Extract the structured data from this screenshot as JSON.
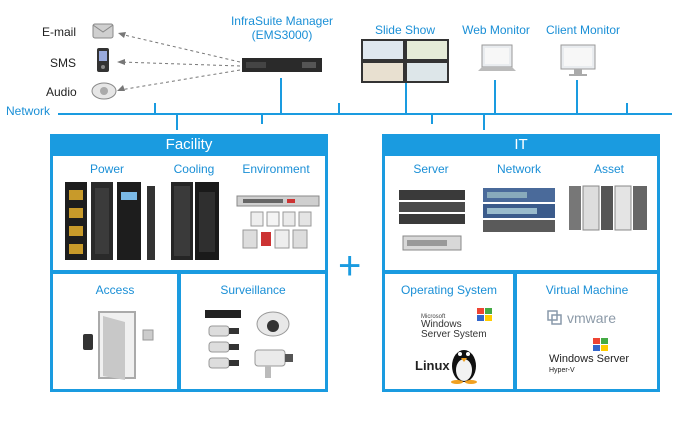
{
  "notifications": {
    "email": "E-mail",
    "sms": "SMS",
    "audio": "Audio"
  },
  "manager": {
    "line1": "InfraSuite Manager",
    "line2": "(EMS3000)"
  },
  "clients": {
    "slide_show": "Slide Show",
    "web_monitor": "Web Monitor",
    "client_monitor": "Client Monitor"
  },
  "network_label": "Network",
  "facility": {
    "title": "Facility",
    "power": "Power",
    "cooling": "Cooling",
    "environment": "Environment",
    "access": "Access",
    "surveillance": "Surveillance"
  },
  "it": {
    "title": "IT",
    "server": "Server",
    "network": "Network",
    "asset": "Asset",
    "operating_system": "Operating System",
    "virtual_machine": "Virtual Machine",
    "windows_small": "Microsoft",
    "windows_line1": "Windows",
    "windows_line2": "Server System",
    "linux": "Linux",
    "vmware": "vmware",
    "ws_line1": "Windows Server",
    "ws_line2": "Hyper-V"
  },
  "plus": "+",
  "colors": {
    "accent": "#1a9be0",
    "text": "#222222"
  }
}
